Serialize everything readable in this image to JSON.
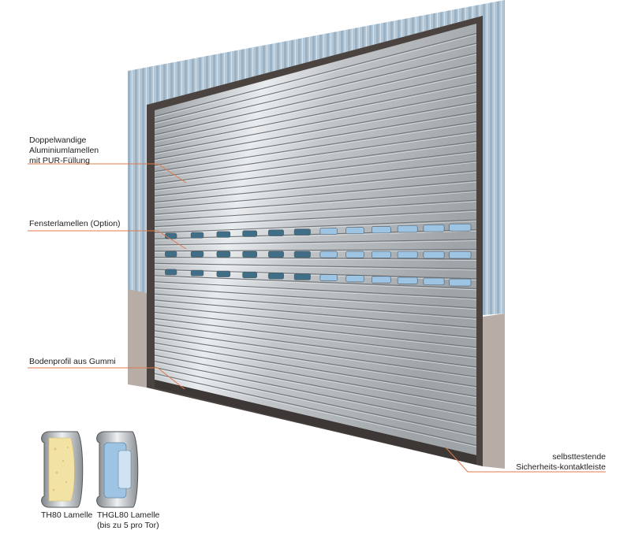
{
  "callouts": {
    "panels_line1": "Doppelwandige",
    "panels_line2": "Aluminiumlamellen",
    "panels_line3": "mit PUR-Füllung",
    "windows": "Fensterlamellen (Option)",
    "bottom": "Bodenprofil aus Gummi",
    "safety_line1": "selbsttestende",
    "safety_line2": "Sicherheits-kontaktleiste"
  },
  "profiles": {
    "th80": "TH80 Lamelle",
    "thgl80_line1": "THGL80 Lamelle",
    "thgl80_line2": "(bis zu 5 pro Tor)"
  },
  "colors": {
    "wall": "#a9bfd0",
    "base": "#b8aca6",
    "frame": "#4a4340",
    "callout_line": "#e07a4a",
    "window_glass": "#9ec4e4",
    "foam": "#f2e2a4"
  }
}
